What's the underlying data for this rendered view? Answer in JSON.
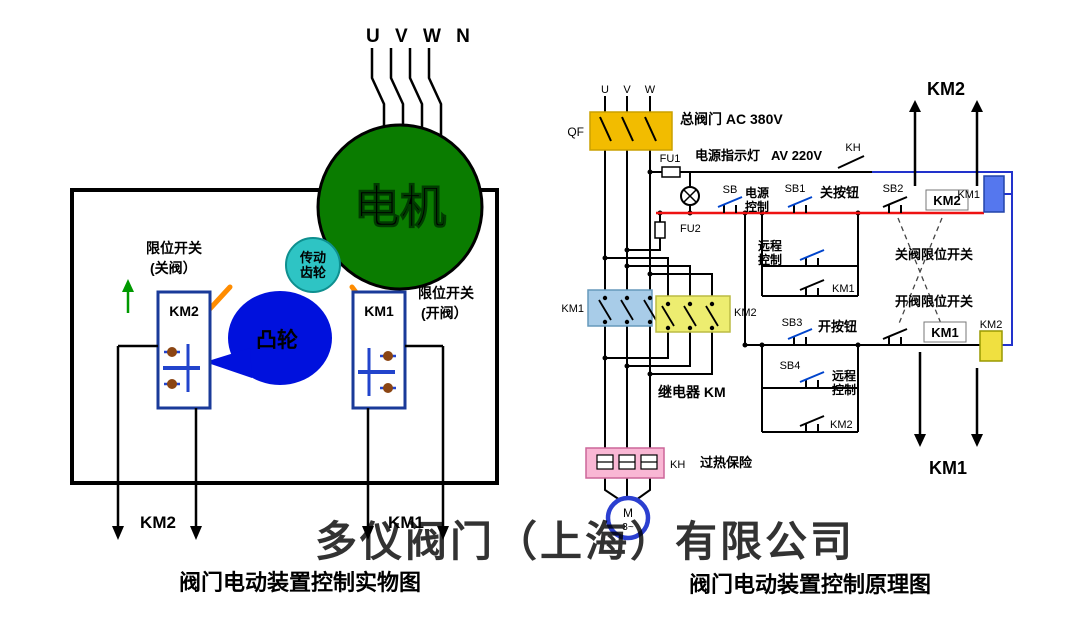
{
  "watermark": {
    "text": "多仪阀门（上海）有限公司"
  },
  "colors": {
    "motor_green": "#0a7c00",
    "motor_text_green": "#00e000",
    "cam_blue": "#0011dd",
    "gear_cyan": "#2ec4c4",
    "lever_orange": "#ff8c00",
    "control_line_red": "#ee1111",
    "return_line_blue": "#2233cc",
    "annotation_green": "#008800",
    "label_blue": "#1133cc",
    "watermark_red": "#ff4d4d",
    "km1_contactor_fill": "#a8cce8",
    "km2_contactor_fill": "#eded70",
    "thermal_pink": "#f9b7d4",
    "breaker_yellow": "#f2bc00"
  },
  "left": {
    "caption": "阀门电动装置控制实物图",
    "phases": "U V W N",
    "motor": "电机",
    "gear_line1": "传动",
    "gear_line2": "齿轮",
    "cam": "凸轮",
    "limit_close_line1": "限位开关",
    "limit_close_line2": "(关阀）",
    "limit_open_line1": "限位开关",
    "limit_open_line2": "(开阀）",
    "km2_box": "KM2",
    "km1_box": "KM1",
    "km2_out": "KM2",
    "km1_out": "KM1"
  },
  "right": {
    "caption": "阀门电动装置控制原理图",
    "phase_u": "U",
    "phase_v": "V",
    "phase_w": "W",
    "qf": "QF",
    "main_supply": "总阀门 AC 380V",
    "fu1": "FU1",
    "lamp_label": "电源指示灯",
    "voltage": "AV 220V",
    "kh_top": "KH",
    "fu2": "FU2",
    "sb": "SB",
    "power_ctrl_line1": "电源",
    "power_ctrl_line2": "控制",
    "sb1": "SB1",
    "close_button": "关按钮",
    "sb2": "SB2",
    "km2_interlock": "KM2",
    "km1_coil": "KM1",
    "km2_top": "KM2",
    "remote1_line1": "远程",
    "remote1_line2": "控制",
    "km1_hold": "KM1",
    "close_limit": "关阀限位开关",
    "open_limit": "开阀限位开关",
    "km1_main": "KM1",
    "km2_main": "KM2",
    "sb3": "SB3",
    "open_button": "开按钮",
    "sb4": "SB4",
    "remote2_line1": "远程",
    "remote2_line2": "控制",
    "km2_hold": "KM2",
    "km1_interlock": "KM1",
    "km2_coil": "KM2",
    "relay": "继电器 KM",
    "kh": "KH",
    "thermal": "过热保险",
    "motor_m": "M",
    "motor_phase": "3~",
    "km1_bottom": "KM1"
  }
}
